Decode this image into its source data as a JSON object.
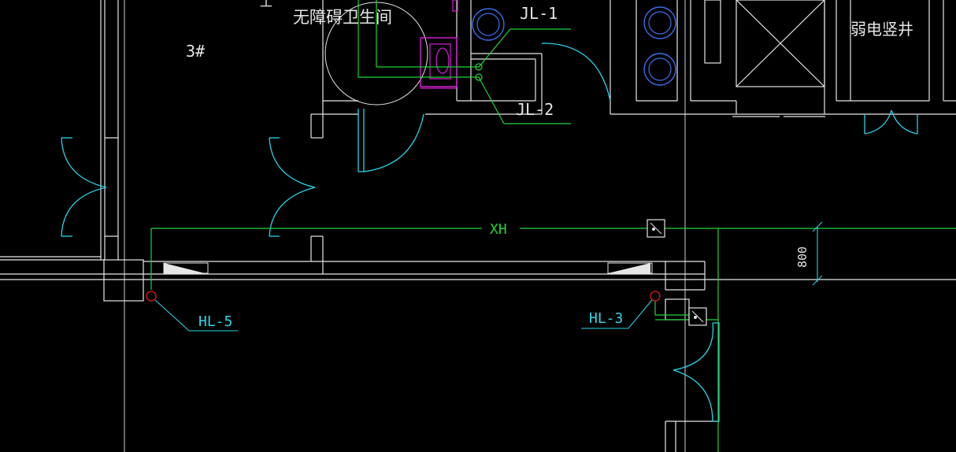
{
  "labels": {
    "room_name": "无障碍卫生间",
    "room_no": "3#",
    "pipe_jl1": "JL-1",
    "pipe_jl2": "JL-2",
    "pipe_xh": "XH",
    "pipe_hl5": "HL-5",
    "pipe_hl3": "HL-3",
    "shaft_name": "弱电竖井",
    "dimension": "800",
    "top_fragment": "工"
  },
  "colors": {
    "background": "#000000",
    "wall": "#e6e6e6",
    "door": "#27d3e6",
    "pipe": "#1fd43a",
    "fixture_blue": "#3a6fe8",
    "fixture_magenta": "#d61fd6",
    "valve_red": "#e01b1b",
    "text_white": "#e6e6e6",
    "text_cyan": "#2fd6e6",
    "text_green": "#1fd43a"
  }
}
